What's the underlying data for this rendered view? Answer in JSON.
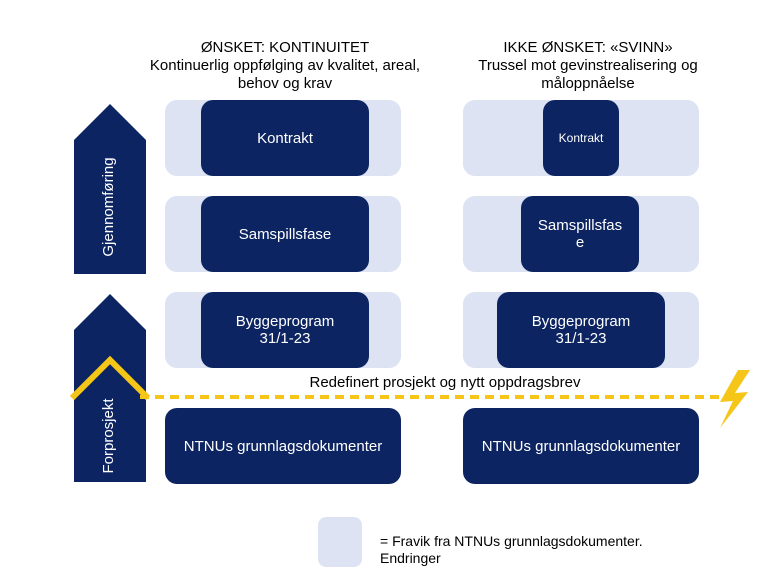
{
  "left_column": {
    "title": "ØNSKET: KONTINUITET",
    "subtitle": "Kontinuerlig oppfølging av kvalitet, areal, behov og krav"
  },
  "right_column": {
    "title": "IKKE ØNSKET: «SVINN»",
    "subtitle": "Trussel mot gevinstrealisering og måloppnåelse"
  },
  "phases": {
    "upper": "Gjennomføring",
    "lower": "Forprosjekt"
  },
  "left_boxes": {
    "kontrakt": "Kontrakt",
    "samspill": "Samspillsfase",
    "byggeprogram": "Byggeprogram\n31/1-23",
    "grunnlag": "NTNUs grunnlagsdokumenter"
  },
  "right_boxes": {
    "kontrakt": "Kontrakt",
    "samspill": "Samspillsfas\ne",
    "byggeprogram": "Byggeprogram\n31/1-23",
    "grunnlag": "NTNUs grunnlagsdokumenter"
  },
  "divider": {
    "label": "Redefinert prosjekt og nytt oppdragsbrev"
  },
  "legend": {
    "text": "= Fravik fra NTNUs grunnlagsdokumenter.\nEndringer"
  },
  "colors": {
    "navy": "#0c2461",
    "light": "#dde3f2",
    "yellow": "#f5c518"
  }
}
